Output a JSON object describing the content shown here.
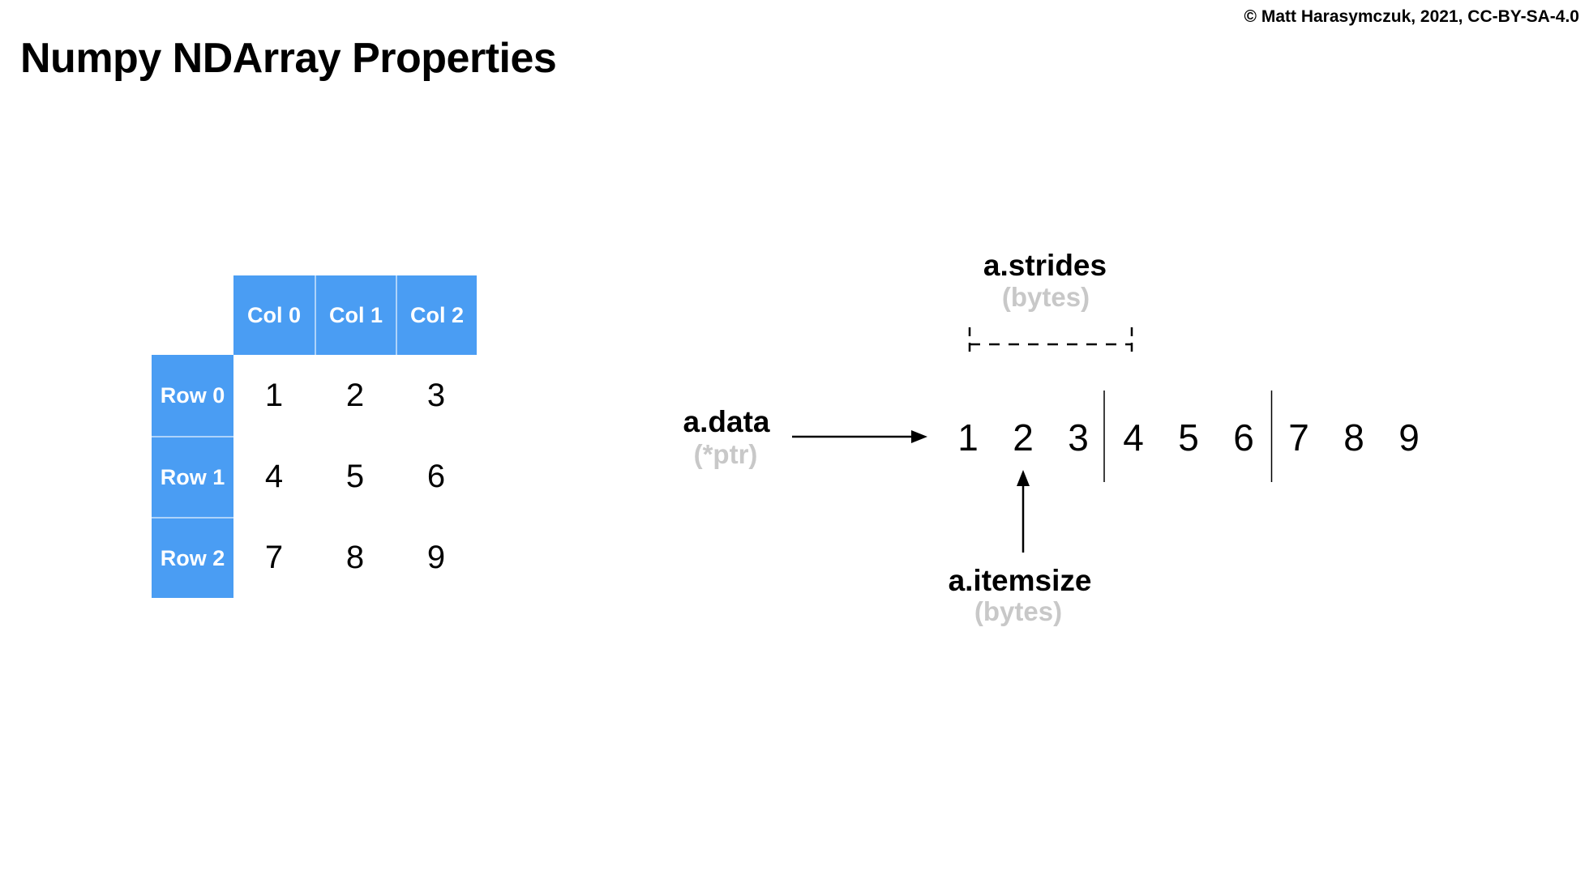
{
  "page": {
    "title": "Numpy NDArray Properties",
    "copyright": "© Matt Harasymczuk, 2021, CC-BY-SA-4.0"
  },
  "colors": {
    "accent_blue": "#4A9DF3",
    "muted_gray": "#C8C8C8",
    "text_black": "#000000"
  },
  "matrix": {
    "col_headers": [
      "Col 0",
      "Col 1",
      "Col 2"
    ],
    "rows": [
      {
        "label": "Row 0",
        "values": [
          "1",
          "2",
          "3"
        ]
      },
      {
        "label": "Row 1",
        "values": [
          "4",
          "5",
          "6"
        ]
      },
      {
        "label": "Row 2",
        "values": [
          "7",
          "8",
          "9"
        ]
      }
    ]
  },
  "memory": {
    "cells": [
      "1",
      "2",
      "3",
      "4",
      "5",
      "6",
      "7",
      "8",
      "9"
    ],
    "labels": {
      "data": {
        "name": "a.data",
        "sub": "(*ptr)"
      },
      "strides": {
        "name": "a.strides",
        "sub": "(bytes)"
      },
      "itemsize": {
        "name": "a.itemsize",
        "sub": "(bytes)"
      }
    }
  }
}
